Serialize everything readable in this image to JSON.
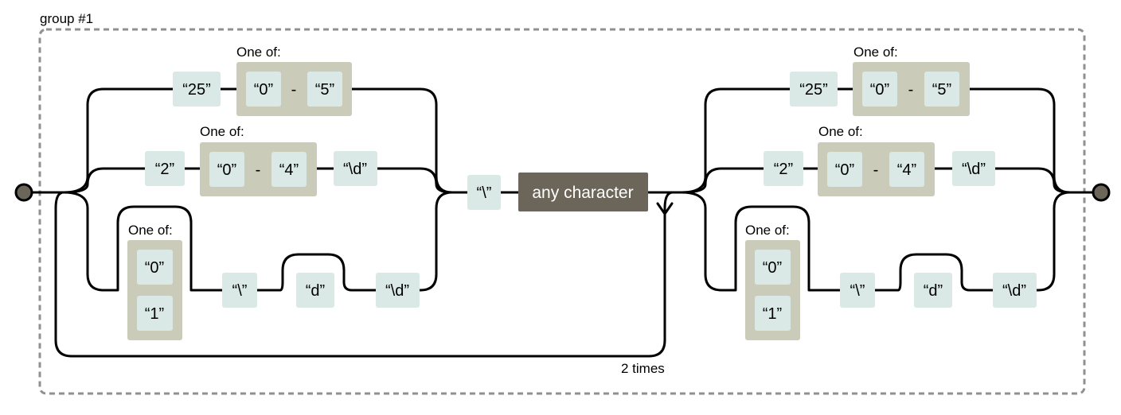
{
  "group_label": "group #1",
  "one_of": "One of:",
  "range_dash": "-",
  "repeat_label": "2 times",
  "any_character": "any character",
  "literals": {
    "t25": "“25”",
    "t0": "“0”",
    "t5": "“5”",
    "t2": "“2”",
    "t4": "“4”",
    "td": "“\\d”",
    "t1": "“1”",
    "tbs": "“\\”",
    "tdl": "“d”"
  },
  "colors": {
    "literal_fill": "#dae9e5",
    "charset_fill": "#cbcbba",
    "any_fill": "#6b6659",
    "group_border": "#909090",
    "endpoint": "#6b6659"
  }
}
